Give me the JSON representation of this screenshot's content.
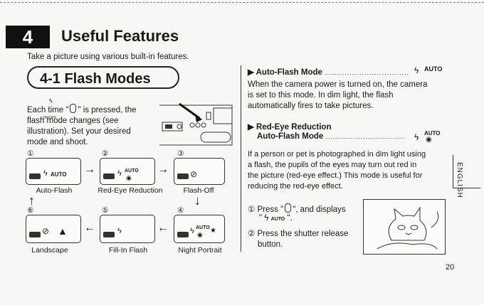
{
  "chapter": {
    "number": "4",
    "title": "Useful Features",
    "subtitle": "Take a picture using various built-in features."
  },
  "section": {
    "title": "4-1 Flash Modes"
  },
  "left": {
    "intro_a": "Each time \"",
    "intro_b": "\" is pressed, the",
    "intro_lines": [
      "flash mode changes (see",
      "illustration). Set your desired",
      "mode and shoot."
    ],
    "button_caption": "ON/OFF",
    "modes": [
      {
        "num": "①",
        "label": "Auto-Flash",
        "lcd_text": "AUTO"
      },
      {
        "num": "②",
        "label": "Red-Eye Reduction",
        "lcd_text": "AUTO"
      },
      {
        "num": "③",
        "label": "Flash-Off",
        "lcd_text": ""
      },
      {
        "num": "④",
        "label": "Night Portrait",
        "lcd_text": "AUTO"
      },
      {
        "num": "⑤",
        "label": "Fill-In Flash",
        "lcd_text": ""
      },
      {
        "num": "⑥",
        "label": "Landscape",
        "lcd_text": ""
      }
    ]
  },
  "right": {
    "auto_flash": {
      "heading": "Auto-Flash Mode",
      "dots": "..................................",
      "badge": "AUTO",
      "body": [
        "When the camera power is turned on, the camera",
        "is set to this mode. In dim light, the flash",
        "automatically fires to take pictures."
      ]
    },
    "red_eye": {
      "heading_1": "Red-Eye Reduction",
      "heading_2": "Auto-Flash Mode",
      "dots": "................................",
      "badge": "AUTO",
      "body": [
        "If a person or pet is photographed in dim light using",
        "a flash, the pupils of the eyes may turn out red in",
        "the picture (red-eye effect.) This mode is useful for",
        "reducing the red-eye effect."
      ]
    },
    "steps": {
      "s1_num": "①",
      "s1_a": "Press \"",
      "s1_b": "\", and displays",
      "s1_badge": "AUTO",
      "s1_q_open": "\"",
      "s1_q_close": "\".",
      "s2_num": "②",
      "s2_lines": [
        "Press the shutter release",
        "button."
      ]
    }
  },
  "side_tab": "ENGLISH",
  "page_number": "20"
}
